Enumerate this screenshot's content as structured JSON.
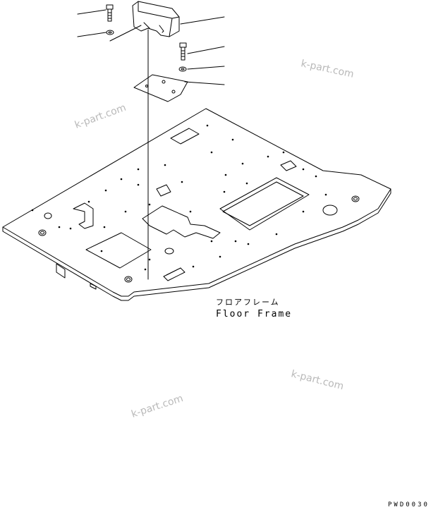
{
  "diagram": {
    "part_label_jp": "フロアフレーム",
    "part_label_en": "Floor Frame",
    "drawing_code": "PWD0030",
    "watermark": "k-part.com",
    "colors": {
      "line": "#000000",
      "watermark": "#b9b9b9",
      "background": "#ffffff"
    }
  }
}
